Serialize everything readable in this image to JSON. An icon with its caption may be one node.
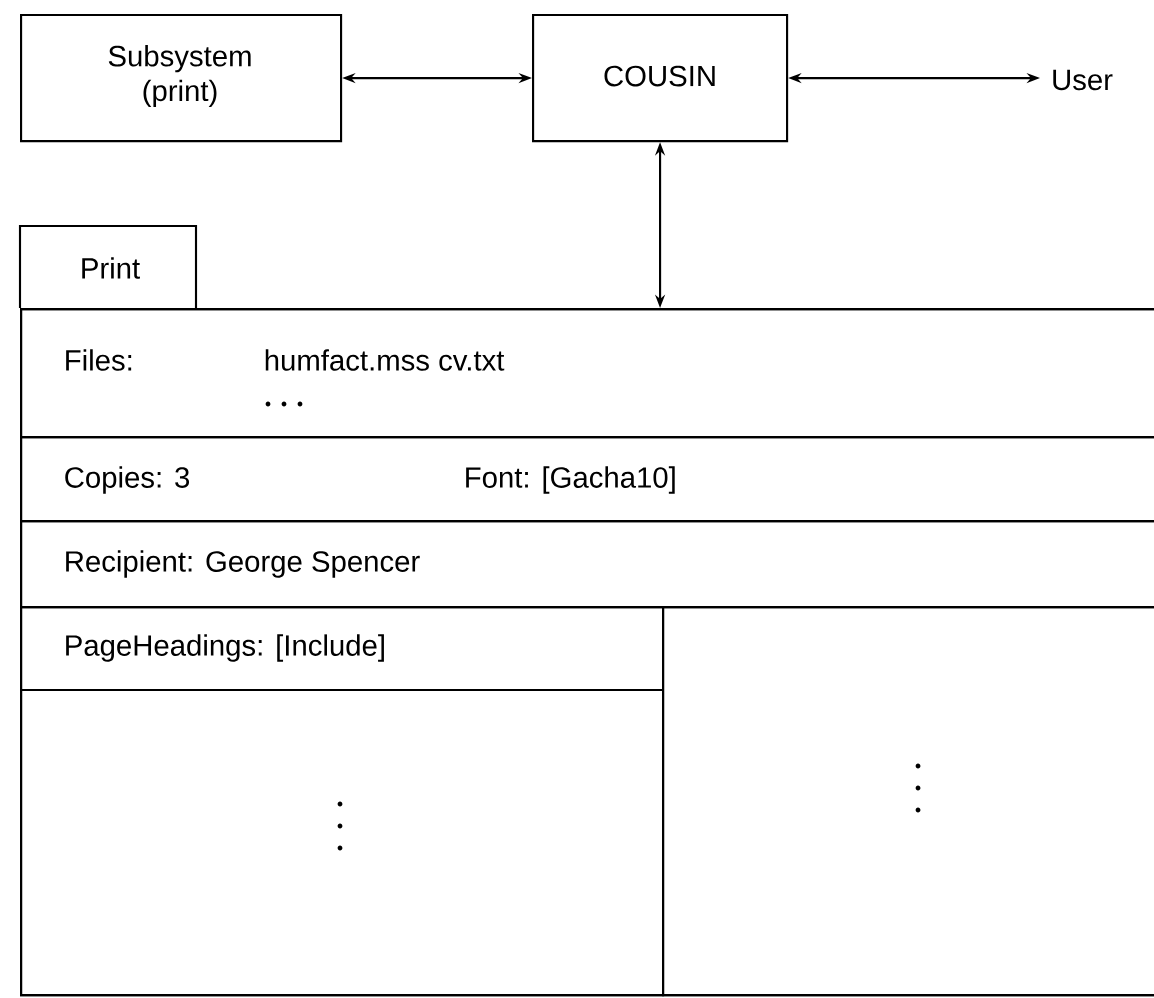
{
  "diagram": {
    "nodes": [
      {
        "text": [
          "Subsystem (print)"
        ]
      },
      {
        "text": [
          "COUSIN"
        ]
      },
      {
        "text": [
          "User"
        ]
      },
      {
        "text": [
          "Print"
        ]
      },
      {
        "text": [
          "Files:",
          "humfact.mss cv.txt"
        ],
        "in": 3
      },
      {
        "text": [
          "Copies: 3",
          "Font: [Gacha10]"
        ],
        "in": 3
      },
      {
        "text": [
          "Recipient: George Spencer"
        ],
        "in": 3
      },
      {
        "text": [
          "PageHeadings: [Include]"
        ],
        "in": 3
      },
      {
        "text": [],
        "shape": "box",
        "in": 3
      }
    ],
    "edges": [
      {
        "from": 0,
        "to": 1,
        "arrow": "both"
      },
      {
        "from": 1,
        "to": 2,
        "arrow": "both"
      },
      {
        "from": 1,
        "to": 3,
        "arrow": "both"
      }
    ]
  }
}
